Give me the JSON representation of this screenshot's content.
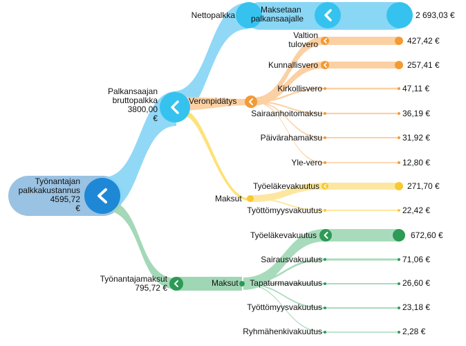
{
  "colors": {
    "blue_dark": "#1e88d6",
    "blue_light": "#8ad6f5",
    "cyan": "#35c2ef",
    "orange": "#f39a32",
    "orange_light": "#fbd0a3",
    "yellow": "#fde27a",
    "yellow_node": "#f7c932",
    "green": "#2d9a56",
    "green_light": "#9fd6b4",
    "root_fill": "#9ac2e2"
  },
  "icons": {
    "collapse": "chevron-left-icon"
  },
  "root": {
    "line1": "Työnantajan",
    "line2": "palkkakustannus",
    "line3": "4595,72",
    "line4": "€"
  },
  "gross": {
    "line1": "Palkansaajan",
    "line2": "bruttopalkka",
    "line3": "3800,00",
    "line4": "€"
  },
  "net": {
    "label": "Nettopalkka"
  },
  "paid": {
    "line1": "Maksetaan",
    "line2": "palkansaajalle",
    "value": "2 693,03 €"
  },
  "withholder": {
    "label": "Veronpidätys"
  },
  "taxes": [
    {
      "label1": "Valtion",
      "label2": "tulovero",
      "value": "427,42 €"
    },
    {
      "label1": "Kunnallisvero",
      "label2": "",
      "value": "257,41 €"
    },
    {
      "label1": "Kirkollisvero",
      "label2": "",
      "value": "47,11 €"
    },
    {
      "label1": "Sairaanhoitomaksu",
      "label2": "",
      "value": "36,19 €"
    },
    {
      "label1": "Päivärahamaksu",
      "label2": "",
      "value": "31,92 €"
    },
    {
      "label1": "Yle-vero",
      "label2": "",
      "value": "12,80 €"
    }
  ],
  "employee_contrib": {
    "label": "Maksut",
    "items": [
      {
        "label": "Työeläkevakuutus",
        "value": "271,70 €"
      },
      {
        "label": "Työttömyysvakuutus",
        "value": "22,42 €"
      }
    ]
  },
  "employer_contrib": {
    "line1": "Työnantajamaksut",
    "line2": "795,72 €",
    "sub": "Maksut",
    "items": [
      {
        "label": "Työeläkevakuutus",
        "value": "672,60 €"
      },
      {
        "label": "Sairausvakuutus",
        "value": "71,06 €"
      },
      {
        "label": "Tapaturmavakuutus",
        "value": "26,60 €"
      },
      {
        "label": "Työttömyysvakuutus",
        "value": "23,18 €"
      },
      {
        "label": "Ryhmähenkivakuutus",
        "value": "2,28 €"
      }
    ]
  }
}
